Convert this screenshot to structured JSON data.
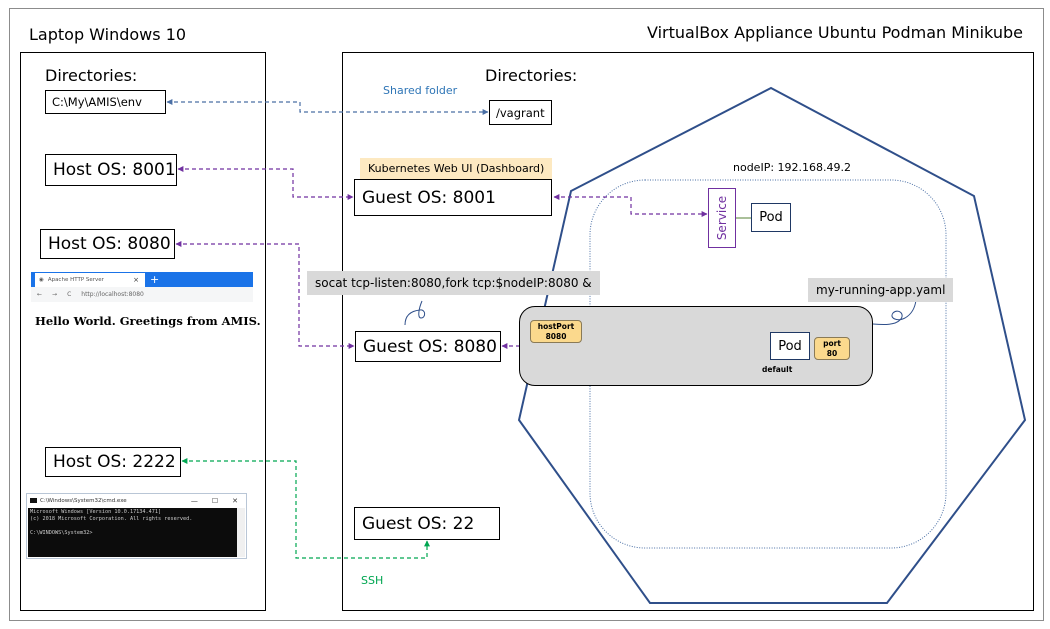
{
  "laptop": {
    "title": "Laptop Windows 10",
    "directories_label": "Directories:",
    "directory_path": "C:\\My\\AMIS\\env",
    "host_ports": [
      {
        "label": "Host OS: 8001"
      },
      {
        "label": "Host OS: 8080"
      },
      {
        "label": "Host OS: 2222"
      }
    ],
    "browser": {
      "tab_title": "Apache HTTP Server",
      "tab_close": "×",
      "new_tab": "+",
      "nav_back": "←",
      "nav_forward": "→",
      "nav_reload": "C",
      "url": "http://localhost:8080",
      "page_text": "Hello World. Greetings from AMIS."
    },
    "cmd": {
      "window_title": "C:\\Windows\\System32\\cmd.exe",
      "minimize": "—",
      "maximize": "☐",
      "close": "✕",
      "console_lines": "Microsoft Windows [Version 10.0.17134.471]\n(c) 2018 Microsoft Corporation. All rights reserved.\n\nC:\\WINDOWS\\System32>"
    }
  },
  "vm": {
    "title": "VirtualBox Appliance Ubuntu Podman Minikube",
    "directories_label": "Directories:",
    "shared_folder_label": "Shared folder",
    "directory_path": "/vagrant",
    "dashboard_label": "Kubernetes Web UI (Dashboard)",
    "guest_ports": [
      {
        "label": "Guest OS: 8001"
      },
      {
        "label": "Guest OS: 8080"
      },
      {
        "label": "Guest OS: 22"
      }
    ],
    "socat_command": "socat tcp-listen:8080,fork tcp:$nodeIP:8080 &",
    "ssh_label": "SSH"
  },
  "minikube": {
    "node_ip_label": "nodeIP: 192.168.49.2",
    "service_label": "Service",
    "dashboard_pod_label": "Pod",
    "yaml_label": "my-running-app.yaml",
    "app_pod": {
      "label": "Pod",
      "namespace": "default",
      "host_port_title": "hostPort",
      "host_port_value": "8080",
      "port_title": "port",
      "port_value": "80"
    }
  },
  "colors": {
    "shared_folder_arrow": "#4a6fa5",
    "port_forward_arrow": "#7030a0",
    "ssh_arrow": "#00a651",
    "heptagon": "#2f4f8a",
    "node_outline": "#4a6fa5",
    "badge_fill": "#fbd98d",
    "dashboard_label_fill": "#fde9c1",
    "grey_label_fill": "#d9d9d9"
  }
}
